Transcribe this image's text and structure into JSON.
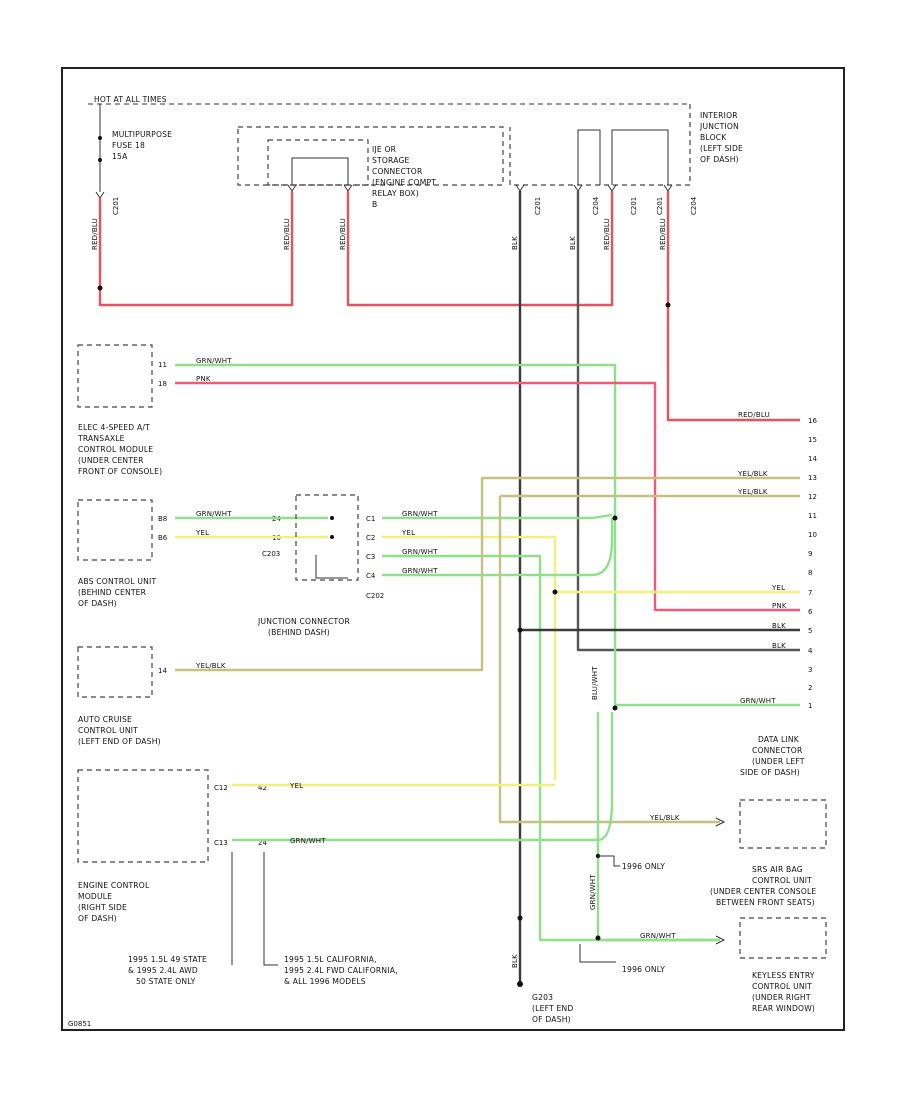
{
  "colors": {
    "red": "#e8515d",
    "pink": "#ef5b7a",
    "green": "#8ee08a",
    "yellow": "#f2ef7a",
    "olive": "#c8c080",
    "black": "#3a3a3a",
    "gray": "#555555"
  },
  "labels": {
    "hot_at_all_times": "HOT AT ALL TIMES",
    "multipurpose_fuse": [
      "MULTIPURPOSE",
      "FUSE 18",
      "15A"
    ],
    "ije_storage": [
      "IJE OR",
      "STORAGE",
      "CONNECTOR",
      "(ENGINE COMPT",
      "RELAY BOX)",
      "B"
    ],
    "interior_junction": [
      "INTERIOR",
      "JUNCTION",
      "BLOCK",
      "(LEFT SIDE",
      "OF DASH)"
    ],
    "elec_trans": [
      "ELEC 4-SPEED A/T",
      "TRANSAXLE",
      "CONTROL MODULE",
      "(UNDER CENTER",
      "FRONT OF CONSOLE)"
    ],
    "abs": [
      "ABS CONTROL UNIT",
      "(BEHIND CENTER",
      "OF DASH)"
    ],
    "junction_connector": [
      "JUNCTION CONNECTOR",
      "(BEHIND DASH)"
    ],
    "cruise": [
      "AUTO CRUISE",
      "CONTROL UNIT",
      "(LEFT END OF DASH)"
    ],
    "ecm": [
      "ENGINE CONTROL",
      "MODULE",
      "(RIGHT SIDE",
      "OF DASH)"
    ],
    "note_49": [
      "1995 1.5L 49 STATE",
      "& 1995 2.4L AWD",
      "50 STATE ONLY"
    ],
    "note_cal": [
      "1995 1.5L CALIFORNIA,",
      "1995 2.4L FWD CALIFORNIA,",
      "& ALL 1996 MODELS"
    ],
    "g203": [
      "G203",
      "(LEFT END",
      "OF DASH)"
    ],
    "data_link": [
      "DATA LINK",
      "CONNECTOR",
      "(UNDER LEFT",
      "SIDE OF DASH)"
    ],
    "srs": [
      "SRS AIR BAG",
      "CONTROL UNIT",
      "(UNDER CENTER CONSOLE",
      "BETWEEN FRONT SEATS)"
    ],
    "keyless": [
      "KEYLESS ENTRY",
      "CONTROL UNIT",
      "(UNDER RIGHT",
      "REAR WINDOW)"
    ],
    "only_1996_a": "1996 ONLY",
    "only_1996_b": "1996 ONLY",
    "c202": "C202",
    "c203": "C203",
    "footer_code": "G0851"
  },
  "wire_labels": {
    "red_blu": "RED/BLU",
    "yel_blk": "YEL/BLK",
    "yel": "YEL",
    "pnk": "PNK",
    "blk": "BLK",
    "grn_wht": "GRN/WHT",
    "blu_wht": "BLU/WHT",
    "grn_wht_v": "GRN/WHT"
  },
  "connector_pins": {
    "c201": "C201",
    "c204": "C204",
    "c202_pin": "C202",
    "c203_pin": "C203",
    "trans_pins": [
      "11",
      "18"
    ],
    "abs_pins": [
      "B8",
      "B6"
    ],
    "abs_mid": [
      "24",
      "10"
    ],
    "jc_pins": [
      "C1",
      "C2",
      "C3",
      "C4"
    ],
    "cruise_pin": "14",
    "ecm_pins": [
      "C12",
      "42",
      "C13",
      "24"
    ],
    "dlc_pins": [
      "16",
      "15",
      "14",
      "13",
      "12",
      "11",
      "10",
      "9",
      "8",
      "7",
      "6",
      "5",
      "4",
      "3",
      "2",
      "1"
    ]
  }
}
